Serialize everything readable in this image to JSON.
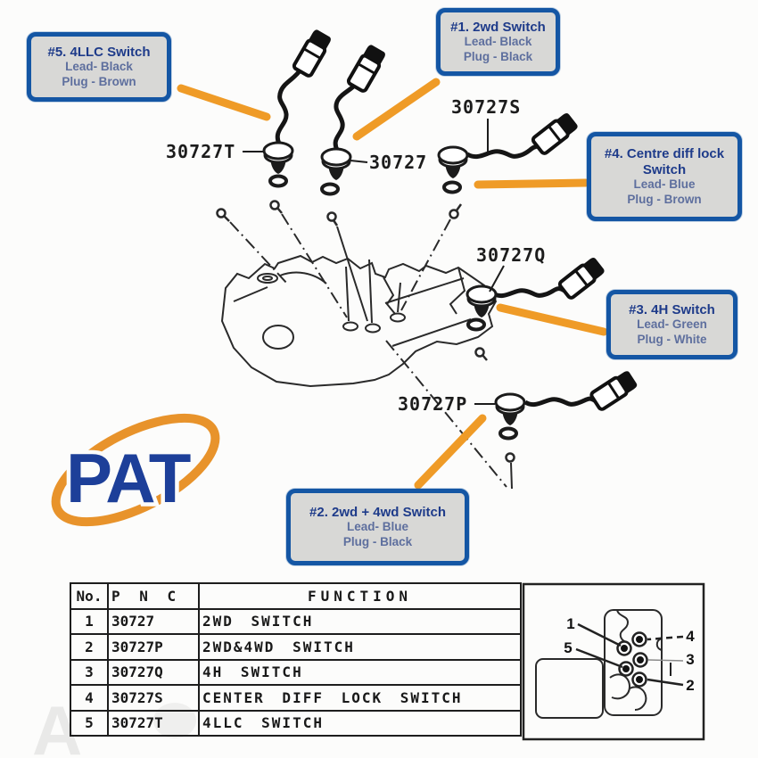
{
  "title": "Transfer case switch location diagram",
  "colors": {
    "callout_border": "#1456a4",
    "callout_bg": "#d8d8d6",
    "callout_title": "#1e3b8a",
    "callout_text": "#5e6f9e",
    "arrow_orange": "#ef9b27",
    "line_art": "#1b1b1b",
    "logo_blue": "#1d3f99",
    "logo_orange": "#e8932b"
  },
  "callouts": [
    {
      "title": "#1. 2wd Switch",
      "lines": [
        "Lead- Black",
        "Plug - Black"
      ]
    },
    {
      "title": "#2. 2wd + 4wd Switch",
      "lines": [
        "Lead- Blue",
        "Plug - Black"
      ]
    },
    {
      "title": "#3. 4H Switch",
      "lines": [
        "Lead- Green",
        "Plug - White"
      ]
    },
    {
      "title": "#4. Centre diff lock Switch",
      "lines": [
        "Lead- Blue",
        "Plug - Brown"
      ]
    },
    {
      "title": "#5. 4LLC Switch",
      "lines": [
        "Lead- Black",
        "Plug - Brown"
      ]
    }
  ],
  "part_labels": {
    "t": "30727T",
    "base": "30727",
    "s": "30727S",
    "q": "30727Q",
    "p": "30727P"
  },
  "logo": {
    "text": "PAT"
  },
  "table": {
    "headers": [
      "No.",
      "P N C",
      "FUNCTION"
    ],
    "rows": [
      [
        "1",
        "30727",
        "2WD SWITCH"
      ],
      [
        "2",
        "30727P",
        "2WD&4WD SWITCH"
      ],
      [
        "3",
        "30727Q",
        "4H SWITCH"
      ],
      [
        "4",
        "30727S",
        "CENTER DIFF LOCK SWITCH"
      ],
      [
        "5",
        "30727T",
        "4LLC SWITCH"
      ]
    ]
  },
  "position_diagram": {
    "labels": [
      "1",
      "5",
      "4",
      "3",
      "2"
    ]
  },
  "watermark": {
    "text": "A"
  }
}
